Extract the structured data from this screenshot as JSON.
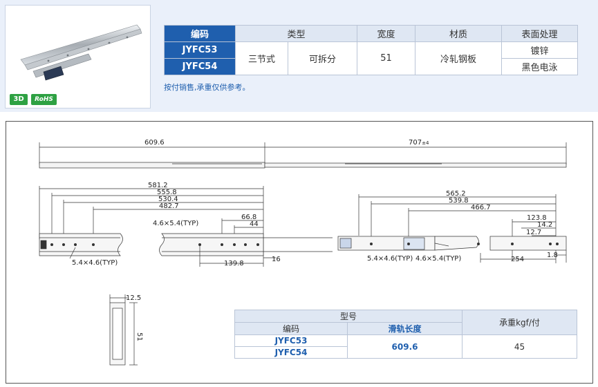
{
  "badges": {
    "three_d": "3D",
    "rohs": "RoHS"
  },
  "spec_table": {
    "headers": {
      "code": "编码",
      "type": "类型",
      "width": "宽度",
      "material": "材质",
      "finish": "表面处理"
    },
    "rows": [
      {
        "code": "JYFC53",
        "finish": "镀锌"
      },
      {
        "code": "JYFC54",
        "finish": "黑色电泳"
      }
    ],
    "type_1": "三节式",
    "type_2": "可拆分",
    "width": "51",
    "material": "冷轧钢板"
  },
  "note": "按付销售,承重仅供参考。",
  "drawing": {
    "top_dims": {
      "left": "609.6",
      "right": "707",
      "right_tol": "±4"
    },
    "left_dims": [
      "581.2",
      "555.8",
      "530.4",
      "482.7",
      "66.8",
      "44"
    ],
    "left_hole_1": "4.6×5.4(TYP)",
    "left_hole_2": "5.4×4.6(TYP)",
    "left_bottom": {
      "a": "139.8",
      "b": "16"
    },
    "right_dims": [
      "565.2",
      "539.8",
      "466.7",
      "123.8",
      "14.2",
      "12.7"
    ],
    "right_hole_1": "5.4×4.6(TYP)",
    "right_hole_2": "4.6×5.4(TYP)",
    "right_bottom": {
      "a": "254",
      "b": "1.8"
    },
    "section": {
      "thickness": "12.5",
      "height": "51"
    }
  },
  "load_table": {
    "model": "型号",
    "code": "编码",
    "rail_length": "滑轨长度",
    "load": "承重kgf/付",
    "rows": [
      "JYFC53",
      "JYFC54"
    ],
    "length_value": "609.6",
    "load_value": "45"
  },
  "colors": {
    "header_blue": "#1f5fae",
    "header_light": "#dfe7f3",
    "band": "#eaf0fa",
    "badge_green": "#2ea143"
  }
}
